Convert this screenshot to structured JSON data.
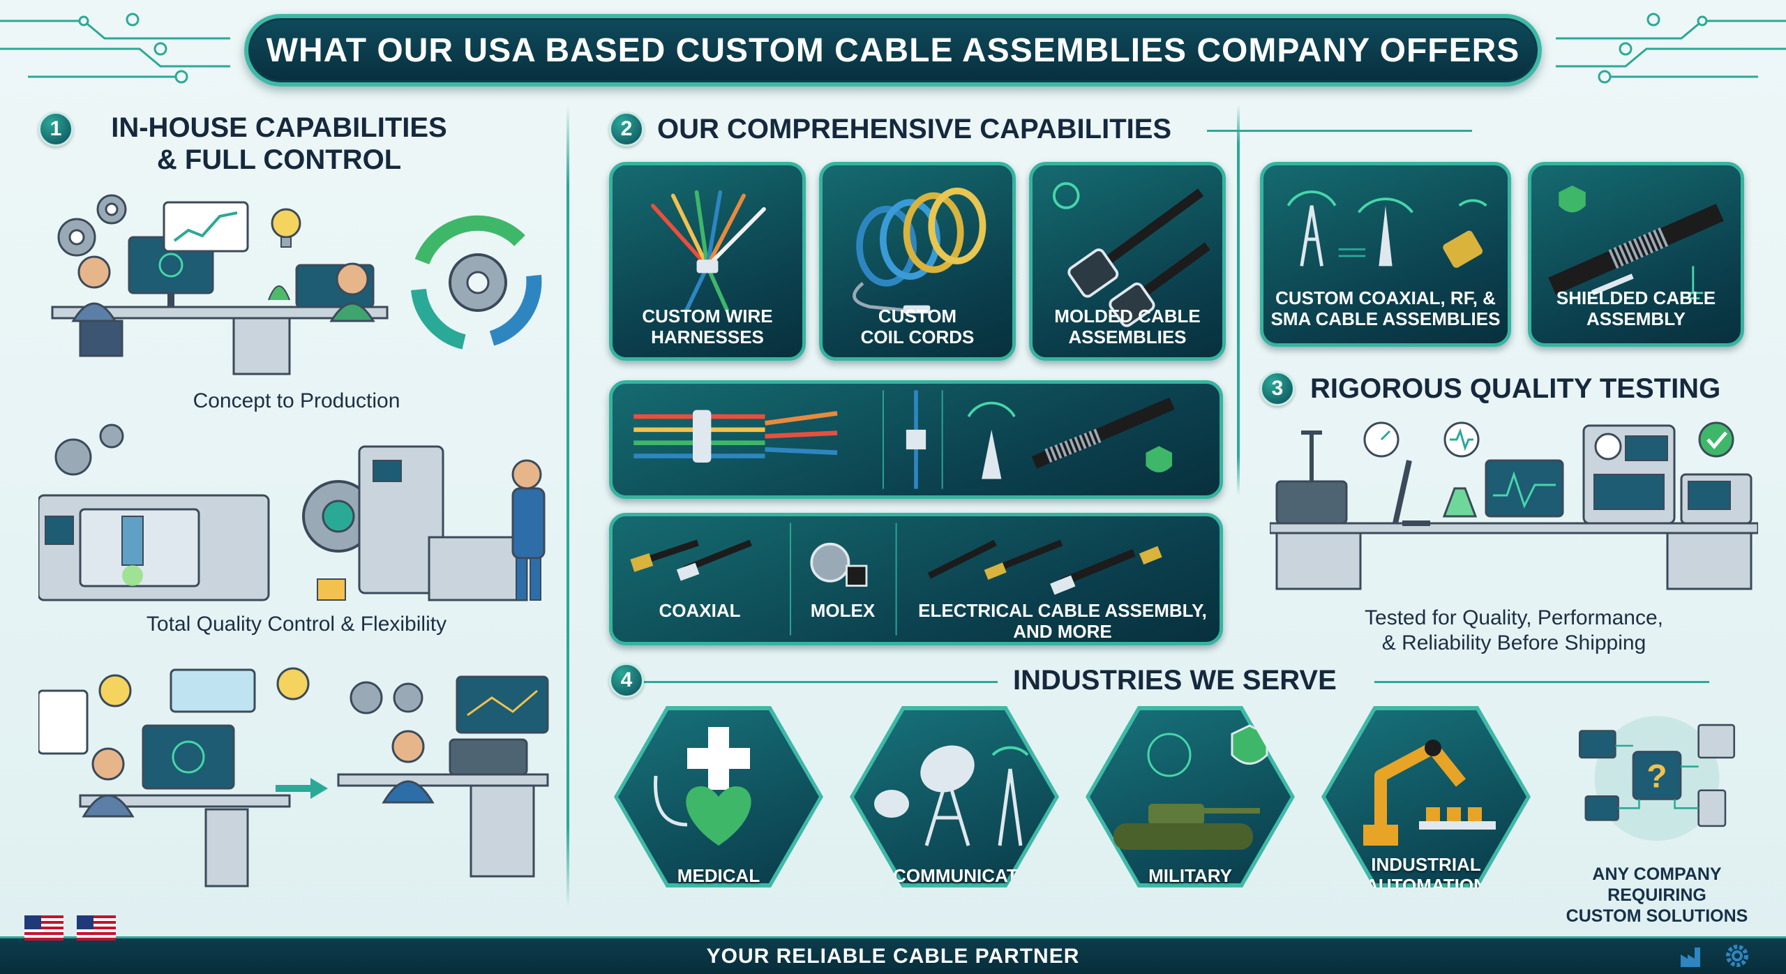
{
  "title": "WHAT OUR USA BASED CUSTOM CABLE ASSEMBLIES COMPANY OFFERS",
  "sections": {
    "s1": {
      "num": "1",
      "title_line1": "IN-HOUSE CAPABILITIES",
      "title_line2": "& FULL CONTROL",
      "captions": [
        "Concept to Production",
        "Total Quality Control & Flexibility"
      ]
    },
    "s2": {
      "num": "2",
      "title": "OUR COMPREHENSIVE CAPABILITIES"
    },
    "s3": {
      "num": "3",
      "title": "RIGOROUS QUALITY TESTING",
      "caption_line1": "Tested for Quality, Performance,",
      "caption_line2": "& Reliability Before Shipping"
    },
    "s4": {
      "num": "4",
      "title": "INDUSTRIES WE SERVE"
    }
  },
  "capabilities": [
    {
      "line1": "CUSTOM WIRE",
      "line2": "HARNESSES"
    },
    {
      "line1": "CUSTOM",
      "line2": "COIL CORDS"
    },
    {
      "line1": "MOLDED CABLE",
      "line2": "ASSEMBLIES"
    },
    {
      "line1": "CUSTOM COAXIAL, RF, &",
      "line2": "SMA CABLE ASSEMBLIES"
    },
    {
      "line1": "SHIELDED CABLE",
      "line2": "ASSEMBLY"
    }
  ],
  "bottom_strip": {
    "coaxial": "COAXIAL",
    "molex": "MOLEX",
    "electrical_line1": "ELECTRICAL CABLE ASSEMBLY,",
    "electrical_line2": "AND MORE"
  },
  "industries": [
    {
      "line1": "MEDICAL",
      "line2": ""
    },
    {
      "line1": "TELECOMMUNICATIONS",
      "line2": ""
    },
    {
      "line1": "MILITARY",
      "line2": ""
    },
    {
      "line1": "INDUSTRIAL",
      "line2": "AUTOMATION"
    },
    {
      "line1": "ANY COMPANY REQUIRING",
      "line2": "CUSTOM SOLUTIONS"
    }
  ],
  "footer": "YOUR RELIABLE CABLE PARTNER",
  "colors": {
    "accent": "#2aa996",
    "dark": "#0b3e4c",
    "title_bg": "#0f4b5c"
  }
}
